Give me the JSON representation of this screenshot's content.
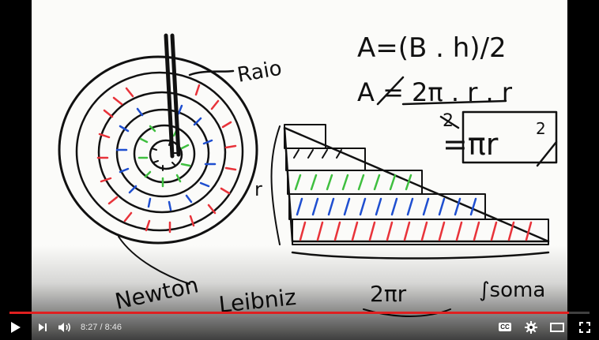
{
  "video": {
    "handwriting": {
      "formula_top": "A=(B . h)/2",
      "formula_second": "A = 2π . r . r",
      "divide_mark": "2",
      "result": "=πr",
      "result_exponent": "2",
      "label_raio": "Raio",
      "label_r": "r",
      "label_newton": "Newton",
      "label_leibniz": "Leibniz",
      "label_two_pi_r": "2πr",
      "label_soma": "∫soma"
    },
    "ink_colors": {
      "black": "#111111",
      "red": "#e8333a",
      "blue": "#1f4fd0",
      "green": "#3fbf3f"
    }
  },
  "controls": {
    "play_icon": "play-icon",
    "next_icon": "next-icon",
    "volume_icon": "volume-icon",
    "current_time": "8:27",
    "separator": " / ",
    "duration": "8:46",
    "progress_fraction": 0.964,
    "cc_label": "CC",
    "settings_icon": "gear-icon",
    "theater_icon": "theater-icon",
    "fullscreen_icon": "fullscreen-icon",
    "progress_color": "#e02020"
  }
}
